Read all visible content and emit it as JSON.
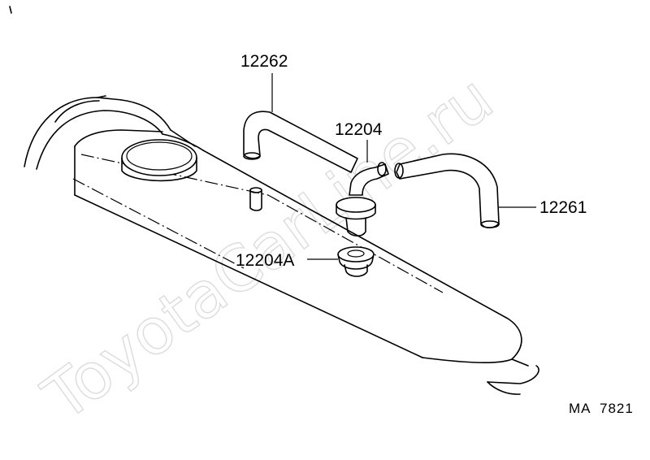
{
  "parts": [
    {
      "id": "hose-upper",
      "number": "12262"
    },
    {
      "id": "pcv-valve",
      "number": "12204"
    },
    {
      "id": "hose-right",
      "number": "12261"
    },
    {
      "id": "grommet",
      "number": "12204A"
    }
  ],
  "diagram_code": "MA  7821",
  "watermark": "ToyotaCarLine.ru"
}
